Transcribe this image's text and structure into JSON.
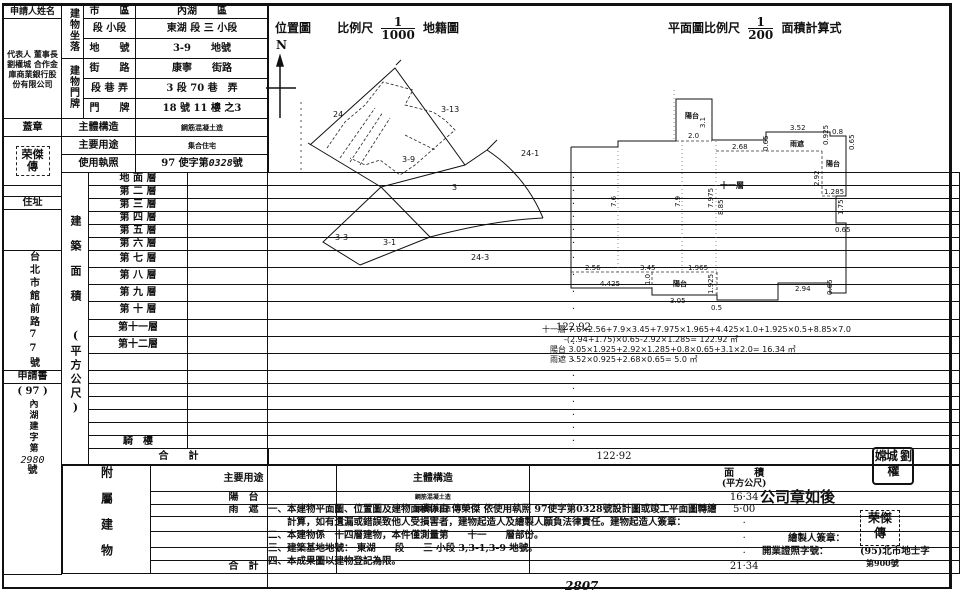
{
  "applicant": {
    "name_label": "申請人姓名",
    "name_value": "代表人 董事長 劉權城 合作金庫商業銀行股份有限公司",
    "seal_label": "蓋章",
    "address_label": "住址",
    "address_value": "台北市館前路77號",
    "application_label": "申請書",
    "application_year": "( 97 )",
    "application_ref": "內湖建字第",
    "application_no": "2980",
    "application_suffix": "號",
    "seal_text": "荣傑 傳"
  },
  "location": {
    "group_label_1": "建物坐落",
    "group_label_2": "建物門牌",
    "rows": [
      {
        "label": "市　　區",
        "value": "內湖　　區"
      },
      {
        "label": "段 小段",
        "value": "東湖 段 三 小段"
      },
      {
        "label": "地　　號",
        "value": "3-9　　地號"
      },
      {
        "label": "街　　路",
        "value": "康寧　　街路"
      },
      {
        "label": "段 巷 弄",
        "value": "3 段 70 巷　弄"
      },
      {
        "label": "門　　牌",
        "value": "18 號 11 樓 之3"
      }
    ]
  },
  "building": {
    "structure_label": "主體構造",
    "structure_value": "鋼筋混凝土造",
    "usage_label": "主要用途",
    "usage_value": "集合住宅",
    "permit_label": "使用執照",
    "permit_value_prefix": "97 使字第",
    "permit_value_no": "0328",
    "permit_value_suffix": "號",
    "area_group_label": "建築面積",
    "area_unit_label": "(平方公尺)",
    "floors": [
      {
        "label": "地 面 層",
        "value": "·"
      },
      {
        "label": "第 二 層",
        "value": "·"
      },
      {
        "label": "第 三 層",
        "value": "·"
      },
      {
        "label": "第 四 層",
        "value": "·"
      },
      {
        "label": "第 五 層",
        "value": "·"
      },
      {
        "label": "第 六 層",
        "value": "·"
      },
      {
        "label": "第 七 層",
        "value": "·"
      },
      {
        "label": "第 八 層",
        "value": "·"
      },
      {
        "label": "第 九 層",
        "value": "·"
      },
      {
        "label": "第 十 層",
        "value": "·"
      },
      {
        "label": "第十一層",
        "value": "122·92"
      },
      {
        "label": "第十二層",
        "value": "·"
      },
      {
        "label": "",
        "value": "·"
      },
      {
        "label": "",
        "value": "·"
      },
      {
        "label": "",
        "value": "·"
      },
      {
        "label": "",
        "value": "·"
      },
      {
        "label": "",
        "value": "·"
      },
      {
        "label": "",
        "value": "·"
      },
      {
        "label": "騎　樓",
        "value": "·"
      }
    ],
    "total_label": "合　　計",
    "total_value": "122·92"
  },
  "annex": {
    "group_label": "附屬建物",
    "headers": {
      "usage": "主要用途",
      "structure": "主體構造",
      "area": "面　　積",
      "area_unit": "(平方公尺)"
    },
    "rows": [
      {
        "usage": "陽　台",
        "structure": "鋼筋混凝土造",
        "area": "16·34"
      },
      {
        "usage": "雨　遮",
        "structure": "鋼筋混凝土造",
        "area": "5·00"
      },
      {
        "usage": "",
        "structure": "",
        "area": "·"
      },
      {
        "usage": "",
        "structure": "",
        "area": "·"
      },
      {
        "usage": "",
        "structure": "",
        "area": "·"
      }
    ],
    "total_label": "合　計",
    "total_value": "21·34"
  },
  "site_map": {
    "title_left": "位置圖",
    "scale_label": "比例尺",
    "scale_num": "1",
    "scale_den": "1000",
    "title_right": "地籍圖",
    "north": "N",
    "parcels": [
      "24",
      "3-13",
      "3-9",
      "3",
      "24-1",
      "3-3",
      "3-1",
      "24-3"
    ]
  },
  "floor_plan": {
    "scale_label": "平面圖比例尺",
    "scale_num": "1",
    "scale_den": "200",
    "calc_label": "面積計算式",
    "floor_label": "十一層",
    "balcony_label": "陽台",
    "canopy_label": "雨遮",
    "dims": [
      "3.1",
      "2.0",
      "2.68",
      "0.65",
      "3.52",
      "0.925",
      "0.8",
      "0.65",
      "2.92",
      "1.285",
      "1.75",
      "0.65",
      "7.6",
      "7.9",
      "7.975",
      "8.85",
      "2.56",
      "3.45",
      "1.965",
      "4.425",
      "1.0",
      "1.925",
      "3.05",
      "0.5",
      "2.94",
      "0.65"
    ]
  },
  "formulas": {
    "line1": "十一層 7.6×2.56+7.9×3.45+7.975×1.965+4.425×1.0+1.925×0.5+8.85×7.0",
    "line2": "-(2.94+1.75)×0.65-2.92×1.285=  122.92  ㎡",
    "line3": "陽台 3.05×1.925+2.92×1.285+0.8×0.65+3.1×2.0=  16.34  ㎡",
    "line4": "雨遮 3.52×0.925+2.68×0.65=  5.0  ㎡"
  },
  "notes": {
    "n1a": "一、本建物平面圖、位置圖及建物面積係由 傳榮傑 依使用執照 97使字第0328號設計圖或竣工平面圖轉繪",
    "n1b": "　　計算，如有遺漏或錯誤致他人受損害者，建物起造人及繪製人願負法律責任。建物起造人簽章：",
    "n2": "二、本建物係　十四層建物，本件僅測量第　　十一　　層部份。",
    "n3": "三、建築基地地號： 東湖　　段　　三 小段 3,3-1,3-9 地號。",
    "n4": "四、本成果圖以建物登記為限。",
    "company_seal": "公司章如後",
    "drafter_label": "繪製人簽章：",
    "license_label": "開業證照字號：",
    "license_value_1": "(95)北市地士字",
    "license_value_2": "第900號",
    "seal_1": "荣傑 傳",
    "seal_2": "嫦城 劉權",
    "bottom_mark": "2807"
  }
}
